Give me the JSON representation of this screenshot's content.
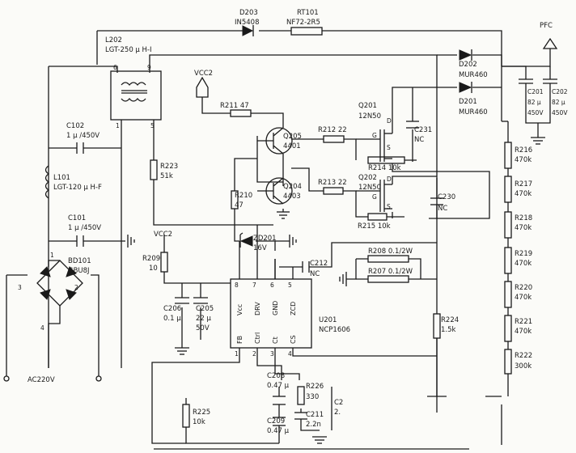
{
  "title": "",
  "labels": {
    "D203": "D203",
    "D203_val": "IN5408",
    "RT101": "RT101",
    "RT101_val": "NF72-2R5",
    "PFC": "PFC",
    "L202": "L202",
    "L202_val": "LGT-250 μ H-I",
    "L202_p6": "6",
    "L202_p9": "9",
    "L202_p1": "1",
    "L202_p5": "5",
    "VCC2_top": "VCC2",
    "D202": "D202",
    "D202_val": "MUR460",
    "D201": "D201",
    "D201_val": "MUR460",
    "C201": "C201",
    "C201_v1": "82 μ",
    "C201_v2": "450V",
    "C202": "C202",
    "C202_v1": "82 μ",
    "C202_v2": "450V",
    "R211": "R211 47",
    "Q201": "Q201",
    "Q201_val": "12N50",
    "C102": "C102",
    "C102_val": "1 μ /450V",
    "Q205": "Q205",
    "Q205_val": "4401",
    "R212": "R212 22",
    "C231": "C231",
    "C231_val": "NC",
    "R216": "R216",
    "R216_val": "470k",
    "R214": "R214 10k",
    "L101": "L101",
    "L101_val": "LGT-120 μ H-F",
    "R223": "R223",
    "R223_val": "51k",
    "Q204": "Q204",
    "Q204_val": "4403",
    "R217": "R217",
    "R217_val": "470k",
    "Q202": "Q202",
    "Q202_val": "12N50",
    "R213": "R213 22",
    "R210": "R210",
    "R210_val": "47",
    "C230": "C230",
    "C230_val": "NC",
    "R218": "R218",
    "R218_val": "470k",
    "C101": "C101",
    "C101_val": "1 μ /450V",
    "R215": "R215 10k",
    "VCC2_mid": "VCC2",
    "ZD201": "ZD201",
    "ZD201_val": "16V",
    "R219": "R219",
    "R219_val": "470k",
    "R208": "R208 0.1/2W",
    "BD101": "BD101",
    "BD101_val": "GBU8J",
    "R209": "R209",
    "R209_val": "10",
    "C212": "C212",
    "C212_val": "NC",
    "R207": "R207 0.1/2W",
    "R220": "R220",
    "R220_val": "470k",
    "C206": "C206",
    "C206_val": "0.1 μ",
    "C205": "C205",
    "C205_v1": "22 μ",
    "C205_v2": "50V",
    "U201": "U201",
    "U201_val": "NCP1606",
    "R224": "R224",
    "R224_val": "1.5k",
    "R221": "R221",
    "R221_val": "470k",
    "pin_vcc": "Vcc",
    "pin_drv": "DRV",
    "pin_gnd": "GND",
    "pin_zcd": "ZCD",
    "pin_fb": "FB",
    "pin_ctrl": "Ctrl",
    "pin_ct": "Ct",
    "pin_cs": "CS",
    "pin8": "8",
    "pin7": "7",
    "pin6": "6",
    "pin5": "5",
    "pin1": "1",
    "pin2": "2",
    "pin3": "3",
    "pin4": "4",
    "bd_p1": "1",
    "bd_p2": "2",
    "bd_p3": "3",
    "bd_p4": "4",
    "R222": "R222",
    "R222_val": "300k",
    "AC": "AC220V",
    "C208": "C208",
    "C208_val": "0.47 μ",
    "R226": "R226",
    "R226_val": "330",
    "C2x": "C2",
    "C2x_val": "2.",
    "R225": "R225",
    "R225_val": "10k",
    "C211": "C211",
    "C211_val": "2.2n",
    "C209": "C209",
    "C209_val": "0.47 μ",
    "Q_d": "D",
    "Q_g": "G",
    "Q_s": "S"
  }
}
